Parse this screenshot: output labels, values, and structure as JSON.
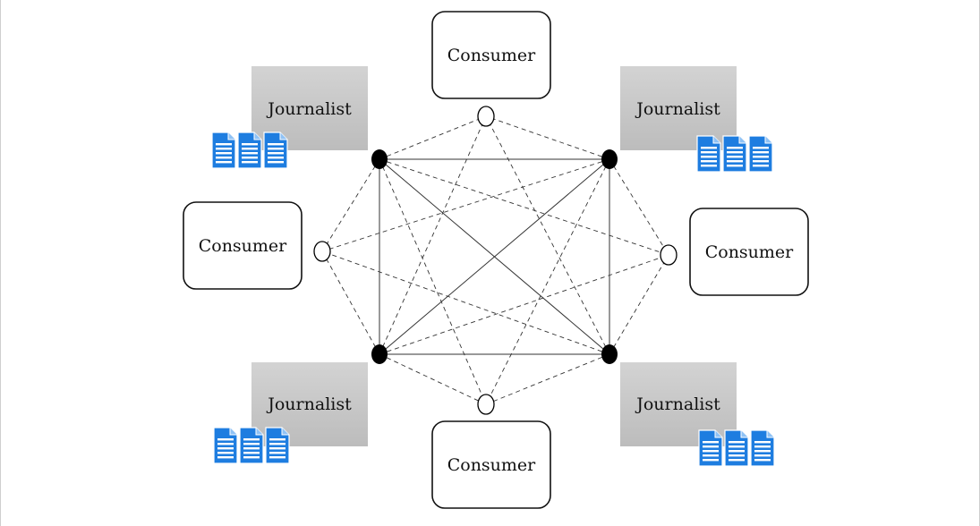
{
  "colors": {
    "journalist_fill": "#c8c8c8",
    "document_icon": "#1e7de0",
    "hub_node": "#000000",
    "consumer_node_stroke": "#000000"
  },
  "consumers": [
    {
      "label": "Consumer"
    },
    {
      "label": "Consumer"
    },
    {
      "label": "Consumer"
    },
    {
      "label": "Consumer"
    }
  ],
  "journalists": [
    {
      "label": "Journalist",
      "icon": "document-stack-icon"
    },
    {
      "label": "Journalist",
      "icon": "document-stack-icon"
    },
    {
      "label": "Journalist",
      "icon": "document-stack-icon"
    },
    {
      "label": "Journalist",
      "icon": "document-stack-icon"
    }
  ]
}
